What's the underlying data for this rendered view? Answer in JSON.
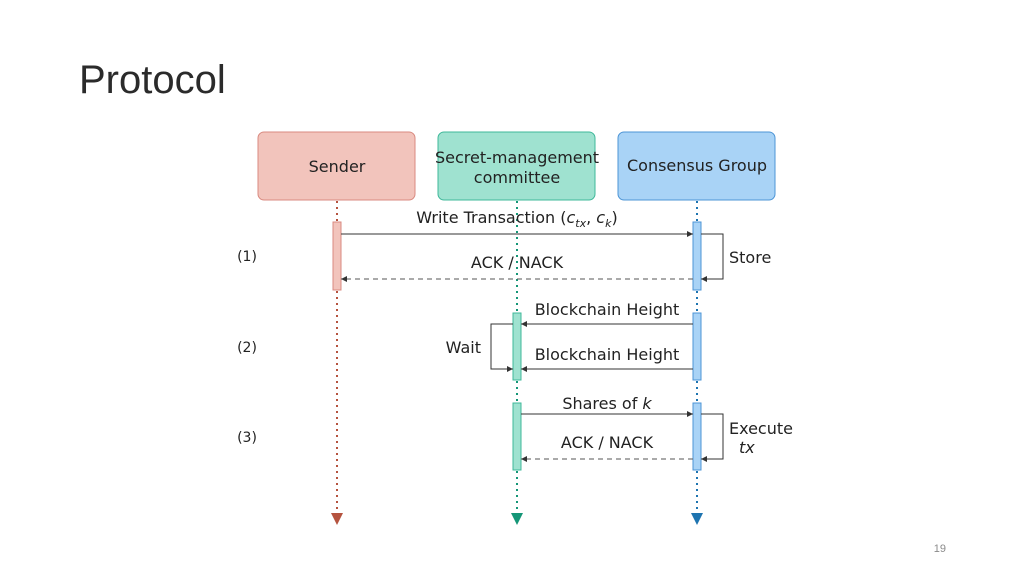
{
  "slide": {
    "title": "Protocol",
    "page_number": "19"
  },
  "colors": {
    "sender": "#f2c4bc",
    "sender_border": "#d98a80",
    "sender_line": "#b5533f",
    "committee": "#9fe2d0",
    "committee_border": "#3fb89a",
    "committee_line": "#159677",
    "consensus": "#a9d3f6",
    "consensus_border": "#4d95d6",
    "consensus_line": "#1e74b0"
  },
  "participants": {
    "sender": {
      "label": "Sender"
    },
    "committee": {
      "label_line1": "Secret-management",
      "label_line2": "committee"
    },
    "consensus": {
      "label": "Consensus Group"
    }
  },
  "steps": {
    "s1": "(1)",
    "s2": "(2)",
    "s3": "(3)"
  },
  "messages": {
    "write_tx": {
      "text": "Write Transaction (",
      "c": "c",
      "tx": "tx",
      "sep": ", ",
      "k": "k",
      "close": ")"
    },
    "ack1": "ACK / NACK",
    "store": "Store",
    "height1": "Blockchain Height",
    "wait": "Wait",
    "height2": "Blockchain Height",
    "shares": {
      "text": "Shares of ",
      "k": "k"
    },
    "ack3": "ACK / NACK",
    "execute": {
      "line1": "Execute",
      "line2": "tx"
    }
  }
}
